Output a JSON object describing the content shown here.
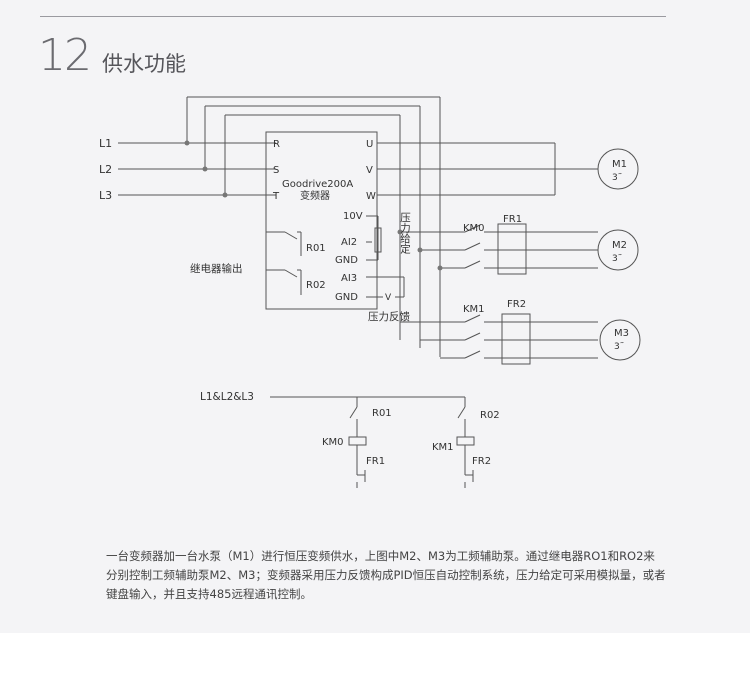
{
  "section": {
    "number": "12",
    "title": "供水功能"
  },
  "diagram": {
    "lines": [
      "L1",
      "L2",
      "L3"
    ],
    "vfd": {
      "model": "Goodrive200A",
      "name": "变频器",
      "inputs": [
        "R",
        "S",
        "T"
      ],
      "outputs": [
        "U",
        "V",
        "W"
      ],
      "terminals": [
        "10V",
        "AI2",
        "GND",
        "AI3",
        "GND"
      ],
      "relays": [
        "R01",
        "R02"
      ]
    },
    "relay_output_label": "继电器输出",
    "pressure_setpoint_label": "压力给定",
    "pressure_feedback_label": "压力反馈",
    "sensor_symbol": "V",
    "motors": [
      {
        "name": "M1",
        "phase": "3˜"
      },
      {
        "name": "M2",
        "phase": "3˜"
      },
      {
        "name": "M3",
        "phase": "3˜"
      }
    ],
    "contactors": [
      {
        "km": "KM0",
        "fr": "FR1"
      },
      {
        "km": "KM1",
        "fr": "FR2"
      }
    ],
    "control": {
      "supply": "L1&L2&L3",
      "branches": [
        {
          "relay": "R01",
          "coil": "KM0",
          "overload": "FR1"
        },
        {
          "relay": "R02",
          "coil": "KM1",
          "overload": "FR2"
        }
      ]
    }
  },
  "description": "一台变频器加一台水泵（M1）进行恒压变频供水，上图中M2、M3为工频辅助泵。通过继电器RO1和RO2来分别控制工频辅助泵M2、M3；变频器采用压力反馈构成PID恒压自动控制系统，压力给定可采用模拟量，或者键盘输入，并且支持485远程通讯控制。"
}
